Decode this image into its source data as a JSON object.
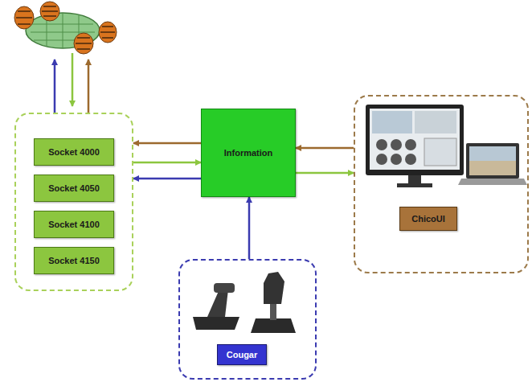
{
  "diagram": {
    "nodes": [
      {
        "text": []
      },
      {
        "text": [
          "Socket 4000"
        ],
        "in": 0
      },
      {
        "text": [
          "Socket 4050"
        ],
        "in": 0
      },
      {
        "text": [
          "Socket 4100"
        ],
        "in": 0
      },
      {
        "text": [
          "Socket 4150"
        ],
        "in": 0
      },
      {
        "text": [
          "Information"
        ]
      },
      {
        "text": []
      },
      {
        "text": [
          "ChicoUI"
        ],
        "in": 6
      },
      {
        "text": []
      },
      {
        "text": [
          "Cougar"
        ],
        "in": 8
      }
    ],
    "edges": [
      {
        "from": 5,
        "to": 0,
        "arrow": "to"
      },
      {
        "from": 0,
        "to": 5,
        "arrow": "to"
      },
      {
        "from": 5,
        "to": 0,
        "arrow": "to"
      },
      {
        "from": 6,
        "to": 5,
        "arrow": "to"
      },
      {
        "from": 5,
        "to": 6,
        "arrow": "to"
      },
      {
        "from": 8,
        "to": 5,
        "arrow": "to"
      }
    ]
  }
}
